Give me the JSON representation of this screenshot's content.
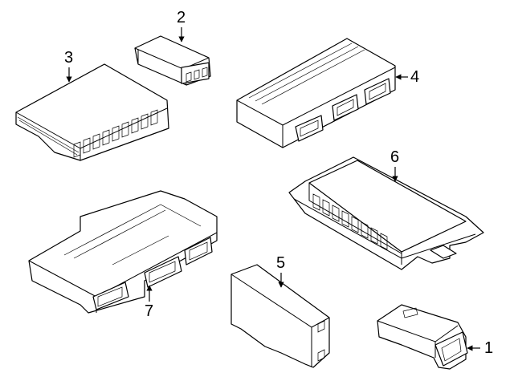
{
  "callouts": [
    {
      "id": "1",
      "text": "1"
    },
    {
      "id": "2",
      "text": "2"
    },
    {
      "id": "3",
      "text": "3"
    },
    {
      "id": "4",
      "text": "4"
    },
    {
      "id": "5",
      "text": "5"
    },
    {
      "id": "6",
      "text": "6"
    },
    {
      "id": "7",
      "text": "7"
    }
  ],
  "colors": {
    "stroke": "#000000",
    "background": "#ffffff"
  }
}
